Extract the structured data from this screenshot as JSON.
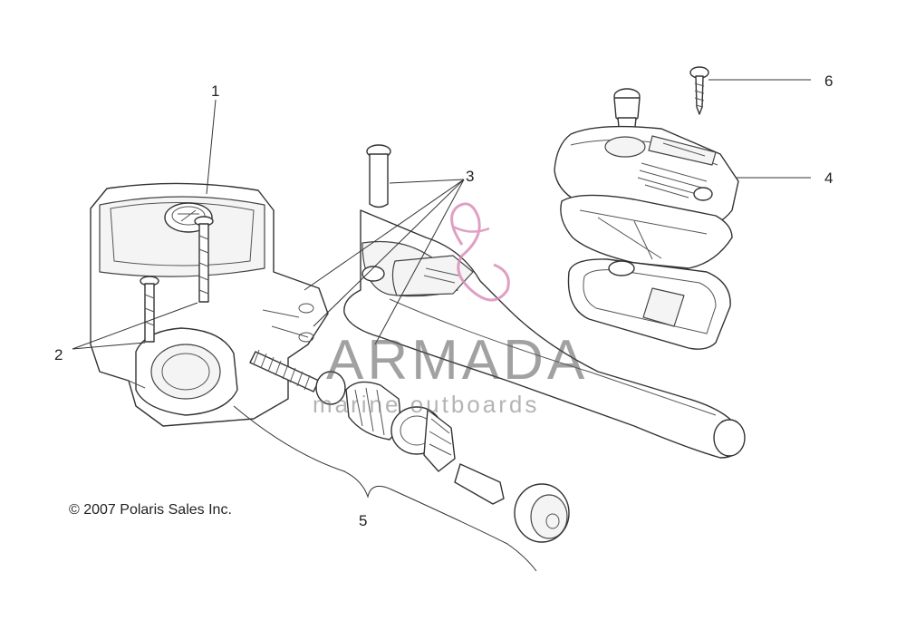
{
  "callouts": [
    {
      "id": "1",
      "label": "1"
    },
    {
      "id": "2",
      "label": "2"
    },
    {
      "id": "3",
      "label": "3"
    },
    {
      "id": "4",
      "label": "4"
    },
    {
      "id": "5",
      "label": "5"
    },
    {
      "id": "6",
      "label": "6"
    }
  ],
  "copyright": "© 2007 Polaris Sales Inc.",
  "watermark": {
    "brand": "ARMADA",
    "tagline": "marine outboards",
    "logo_color": "#d889b5"
  }
}
